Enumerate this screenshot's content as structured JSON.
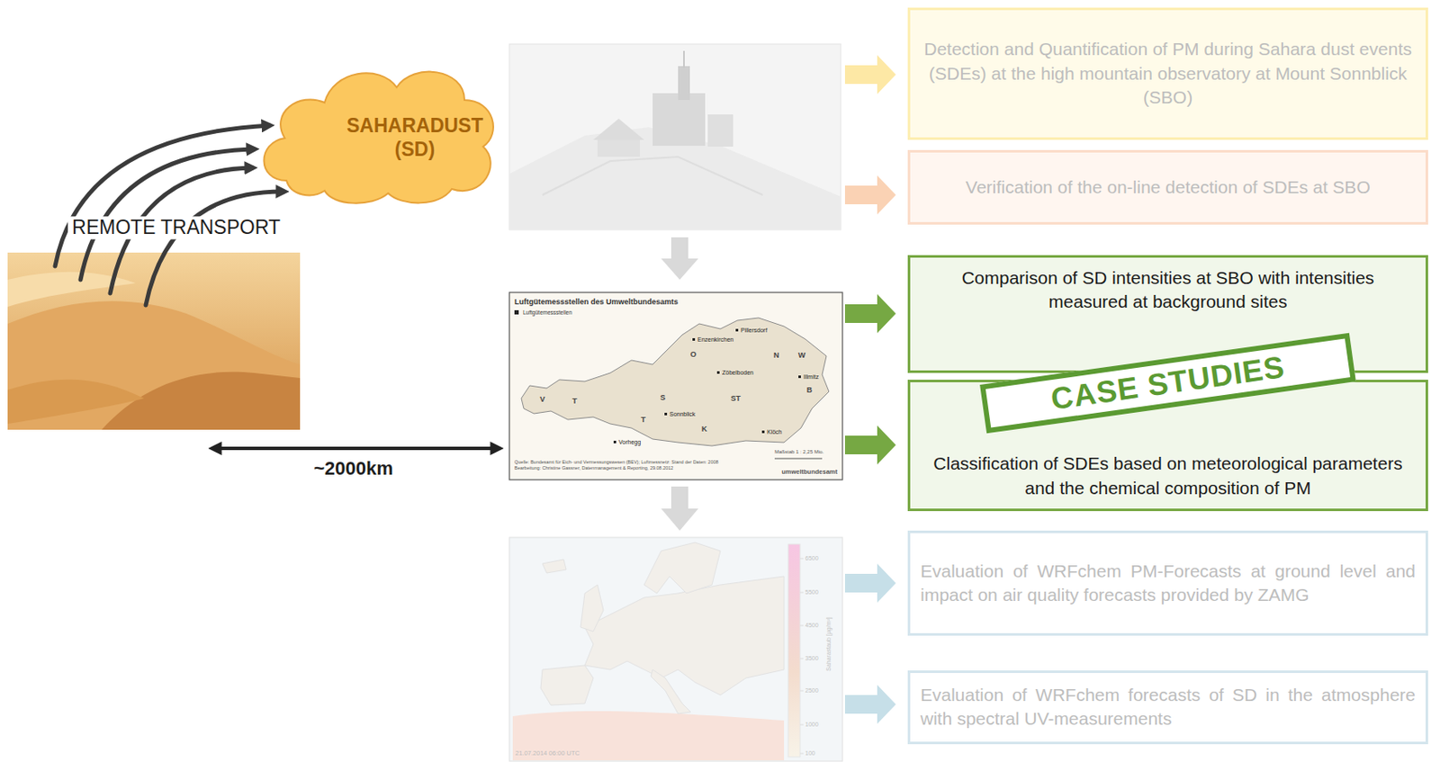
{
  "diagram": {
    "nodes": [
      {
        "text": [
          "SAHARADUST (SD)"
        ]
      },
      {
        "text": [
          "Detection and Quantification of PM during Sahara dust events (SDEs) at the high mountain observatory at Mount Sonnblick (SBO)"
        ]
      },
      {
        "text": [
          "Verification of the on-line detection of SDEs at SBO"
        ]
      },
      {
        "text": [
          "Comparison of SD intensities at SBO with intensities measured at background sites"
        ]
      },
      {
        "text": [
          "Classification of SDEs based on meteorological parameters and the chemical composition of PM"
        ]
      },
      {
        "text": [
          "Evaluation of WRFchem PM-Forecasts at ground level and impact on air quality forecasts provided by ZAMG"
        ]
      },
      {
        "text": [
          "Evaluation of WRFchem forecasts of SD in the atmosphere with spectral UV-measurements"
        ]
      },
      {
        "text": [
          "CASE STUDIES"
        ]
      }
    ],
    "labels": [
      "REMOTE TRANSPORT",
      "~2000km",
      "Luftgütemessstellen des Umweltbundesamts",
      "Luftgütemessstellen",
      "V",
      "T",
      "S",
      "O",
      "N",
      "W",
      "B",
      "ST",
      "T",
      "K",
      "Pillersdorf",
      "Enzenkirchen",
      "Zöbelboden",
      "Illmitz",
      "Sonnblick",
      "Vorhegg",
      "Klöch",
      "Quelle: Bundesamt für Eich- und Vermessungswesen (BEV); Luftmessnetz: Stand der Daten: 2008",
      "Bearbeitung: Christine Gassner, Datenmanagement & Reporting, 29.08.2012",
      "Maßstab 1 : 2,25 Mio.",
      "umweltbundesamt",
      "6500",
      "5500",
      "4500",
      "3500",
      "2500",
      "1000",
      "100",
      "Saharastaub [µg/m²]",
      "21.07.2014 06:00 UTC"
    ]
  }
}
